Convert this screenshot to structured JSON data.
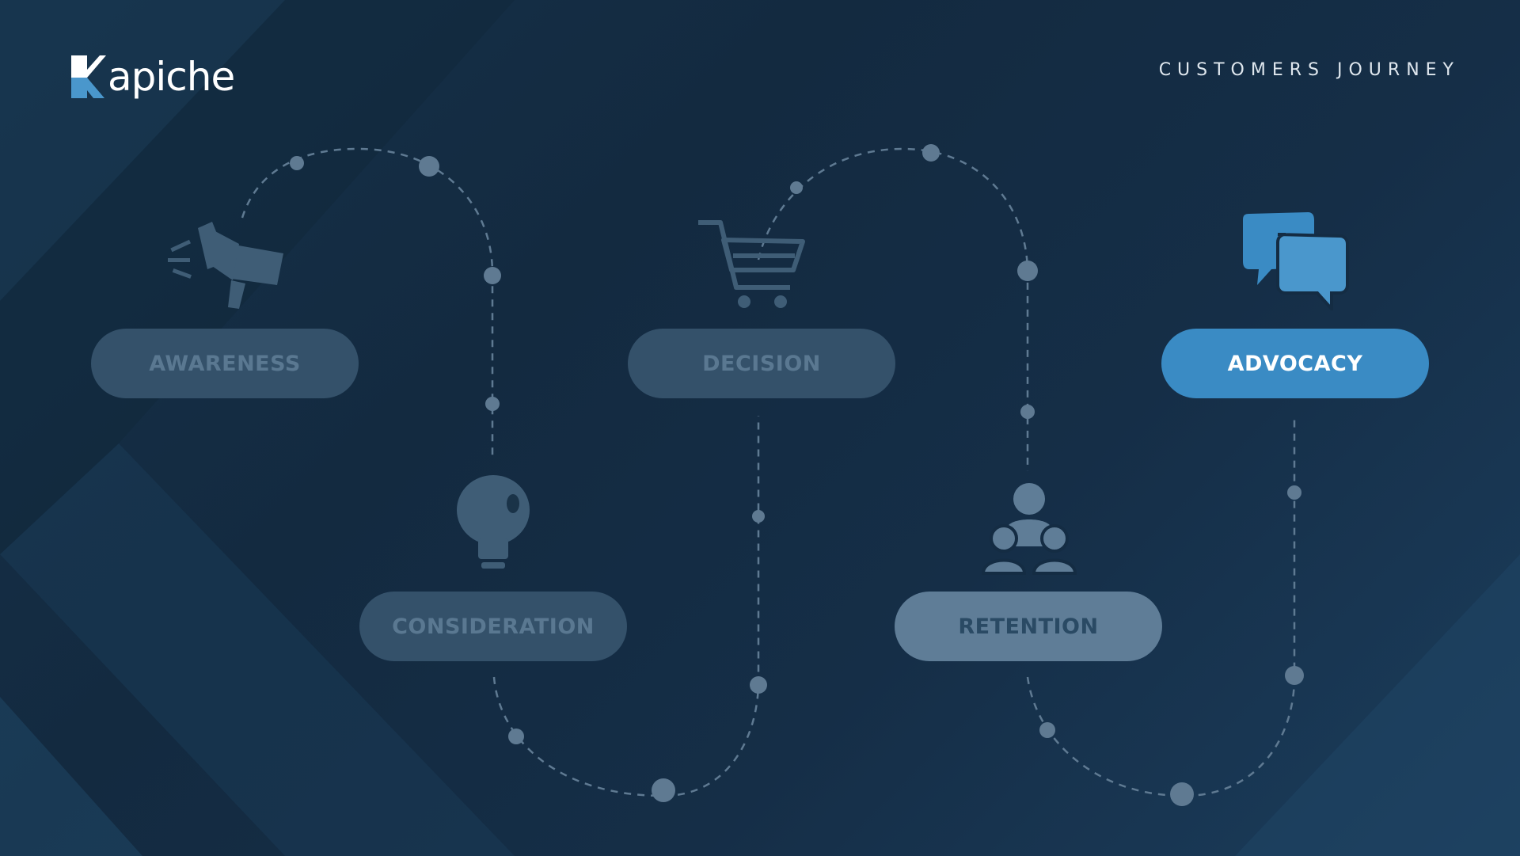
{
  "brand": {
    "name": "apiche",
    "logo_icon": "kapiche-k-logo"
  },
  "header": {
    "title": "CUSTOMERS JOURNEY"
  },
  "stages": [
    {
      "label": "AWARENESS",
      "icon": "megaphone-icon",
      "state": "muted"
    },
    {
      "label": "CONSIDERATION",
      "icon": "lightbulb-icon",
      "state": "muted"
    },
    {
      "label": "DECISION",
      "icon": "shopping-cart-icon",
      "state": "muted"
    },
    {
      "label": "RETENTION",
      "icon": "people-group-icon",
      "state": "partial"
    },
    {
      "label": "ADVOCACY",
      "icon": "chat-bubbles-icon",
      "state": "active"
    }
  ],
  "colors": {
    "background": "#142c43",
    "stage_muted": "#34516a",
    "stage_retention": "#5f7d97",
    "stage_active": "#3a8bc4",
    "path": "#5f7a92",
    "advocacy_icon": "#4a97cc"
  }
}
